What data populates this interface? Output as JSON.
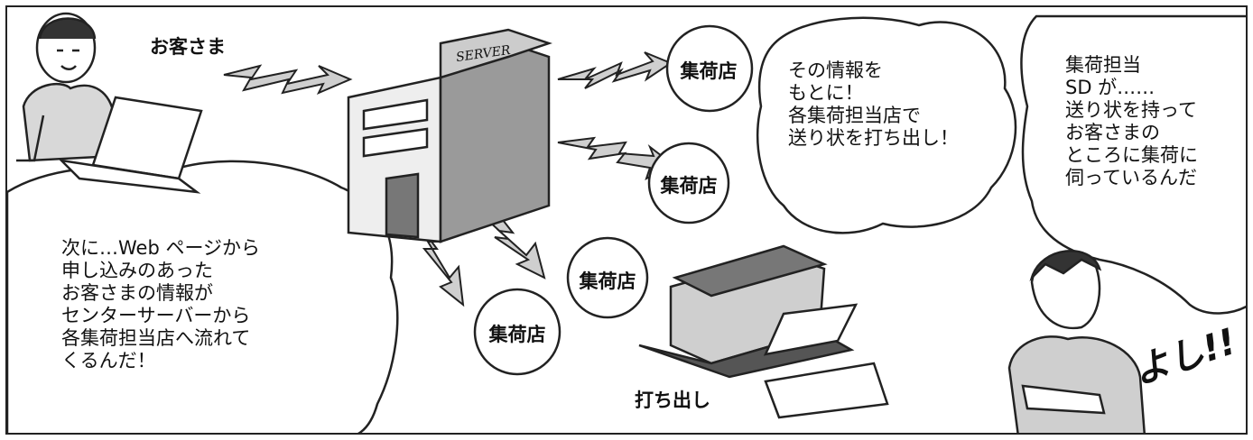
{
  "customer_label": "お客さま",
  "server_sign": "SERVER",
  "collection_store_label": "集荷店",
  "collection_stores": [
    "集荷店",
    "集荷店",
    "集荷店",
    "集荷店"
  ],
  "print_label": "打ち出し",
  "bubble_left": [
    "次に…Web ページから",
    "申し込みのあった",
    "お客さまの情報が",
    "センターサーバーから",
    "各集荷担当店へ流れて",
    "くるんだ！"
  ],
  "bubble_middle": [
    "その情報を",
    "もとに！",
    "各集荷担当店で",
    "送り状を打ち出し！"
  ],
  "bubble_right": [
    "集荷担当",
    "SD が……",
    "送り状を持って",
    "お客さまの",
    "ところに集荷に",
    "伺っているんだ"
  ],
  "exclamation": "よし!!"
}
